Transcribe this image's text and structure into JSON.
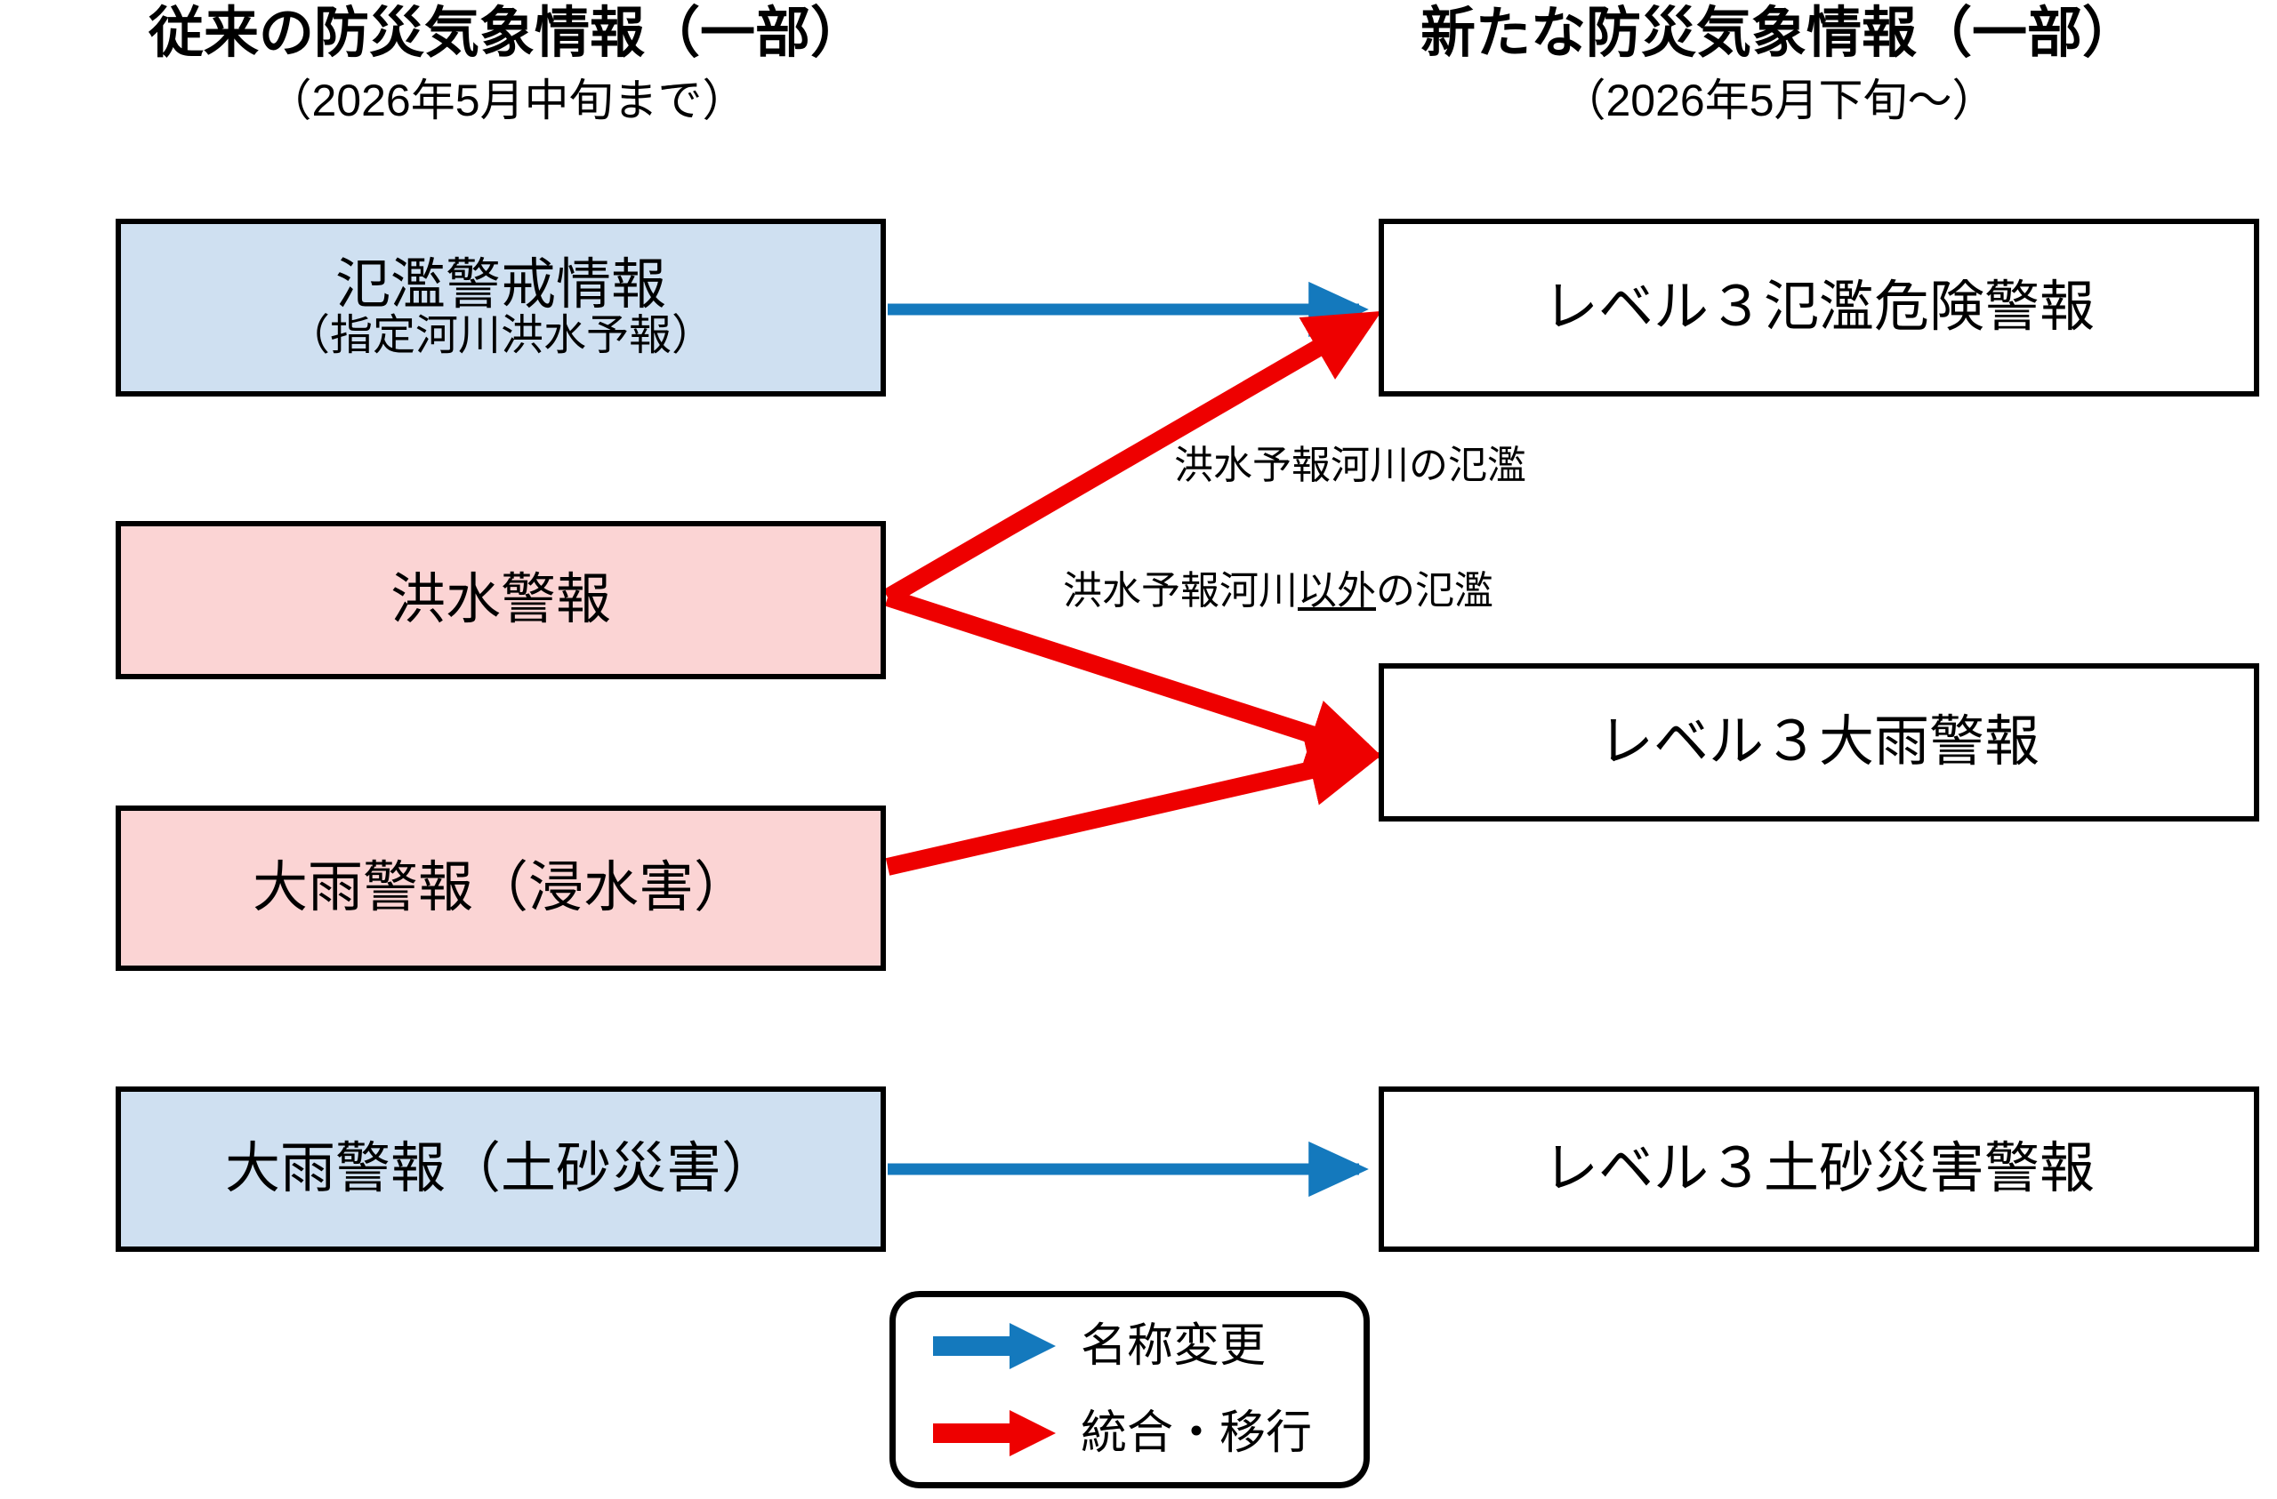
{
  "columns": {
    "left": {
      "title": "従来の防災気象情報（一部）",
      "subtitle": "（2026年5月中旬まで）",
      "boxes": [
        {
          "line1": "氾濫警戒情報",
          "line2": "（指定河川洪水予報）",
          "fill": "#cfe0f1"
        },
        {
          "line1": "洪水警報",
          "line2": "",
          "fill": "#fbd4d4"
        },
        {
          "line1": "大雨警報（浸水害）",
          "line2": "",
          "fill": "#fbd4d4"
        },
        {
          "line1": "大雨警報（土砂災害）",
          "line2": "",
          "fill": "#cfe0f1"
        }
      ]
    },
    "right": {
      "title": "新たな防災気象情報（一部）",
      "subtitle": "（2026年5月下旬～）",
      "boxes": [
        {
          "line1": "レベル３氾濫危険警報",
          "fill": "#ffffff"
        },
        {
          "line1": "レベル３大雨警報",
          "fill": "#ffffff"
        },
        {
          "line1": "レベル３土砂災害警報",
          "fill": "#ffffff"
        }
      ]
    }
  },
  "arrow_labels": {
    "upper": "洪水予報河川の氾濫",
    "lower_pre": "洪水予報河川",
    "lower_underlined": "以外",
    "lower_post": "の氾濫"
  },
  "legend": {
    "rows": [
      {
        "icon": "blue-arrow-icon",
        "label": "名称変更",
        "color": "#1479bd"
      },
      {
        "icon": "red-arrow-icon",
        "label": "統合・移行",
        "color": "#ee0000"
      }
    ]
  },
  "colors": {
    "blue_arrow": "#1479bd",
    "red_arrow": "#ee0000",
    "box_blue_fill": "#cfe0f1",
    "box_pink_fill": "#fbd4d4",
    "outline": "#000000"
  }
}
